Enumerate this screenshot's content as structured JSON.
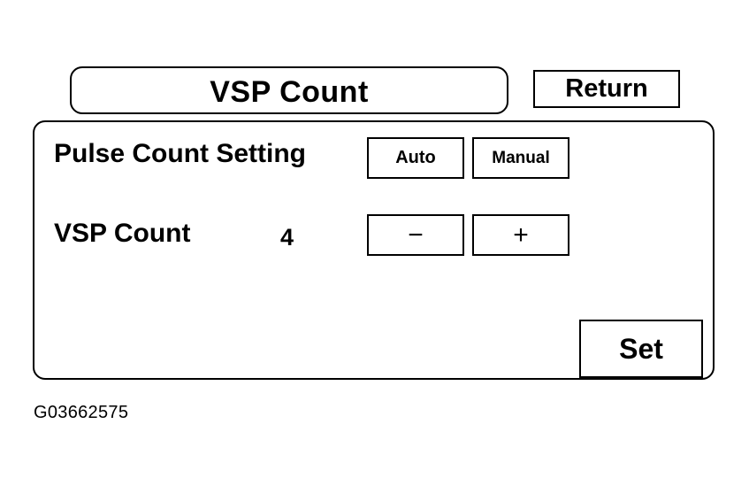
{
  "header": {
    "title": "VSP Count",
    "return_label": "Return"
  },
  "panel": {
    "pulse_label": "Pulse Count Setting",
    "auto_label": "Auto",
    "manual_label": "Manual",
    "vsp_label": "VSP Count",
    "vsp_value": "4",
    "minus_label": "−",
    "plus_label": "+",
    "set_label": "Set"
  },
  "figure_id": "G03662575"
}
